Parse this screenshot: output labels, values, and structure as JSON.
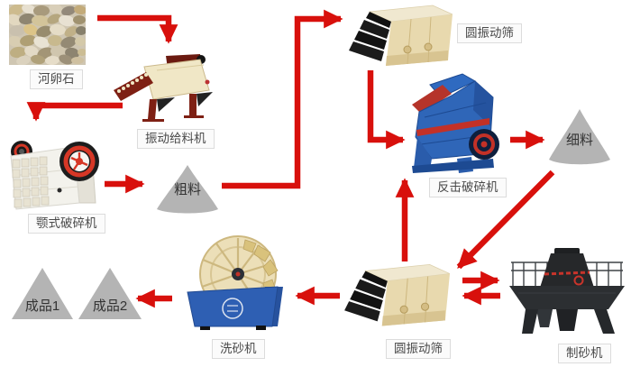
{
  "diagram": {
    "type": "process-flowchart",
    "subject": "sand and gravel production line",
    "nodes": {
      "pebbles": {
        "label": "河卵石",
        "kind": "material-photo"
      },
      "feeder": {
        "label": "振动给料机",
        "kind": "equipment"
      },
      "jaw_crusher": {
        "label": "颚式破碎机",
        "kind": "equipment"
      },
      "coarse": {
        "label": "粗料",
        "kind": "material-pile"
      },
      "screen_top": {
        "label": "圆振动筛",
        "kind": "equipment"
      },
      "impact_crusher": {
        "label": "反击破碎机",
        "kind": "equipment"
      },
      "fine": {
        "label": "细料",
        "kind": "material-pile"
      },
      "sand_maker": {
        "label": "制砂机",
        "kind": "equipment"
      },
      "screen_bottom": {
        "label": "圆振动筛",
        "kind": "equipment"
      },
      "washer": {
        "label": "洗砂机",
        "kind": "equipment"
      },
      "product1": {
        "label": "成品1",
        "kind": "product-pile"
      },
      "product2": {
        "label": "成品2",
        "kind": "product-pile"
      }
    },
    "flow": [
      {
        "from": "河卵石",
        "to": "振动给料机"
      },
      {
        "from": "振动给料机",
        "to": "颚式破碎机"
      },
      {
        "from": "颚式破碎机",
        "to": "粗料"
      },
      {
        "from": "粗料",
        "to": "圆振动筛"
      },
      {
        "from": "圆振动筛",
        "to": "反击破碎机"
      },
      {
        "from": "反击破碎机",
        "to": "细料"
      },
      {
        "from": "细料",
        "to": "圆振动筛(下)"
      },
      {
        "from": "圆振动筛(下)",
        "to": "制砂机",
        "bidirectional": true
      },
      {
        "from": "圆振动筛(下)",
        "to": "反击破碎机"
      },
      {
        "from": "圆振动筛(下)",
        "to": "洗砂机"
      },
      {
        "from": "洗砂机",
        "to": "成品2"
      }
    ],
    "colors": {
      "arrow": "#d8100c",
      "pile_gray": "#b4b4b4",
      "label_bg": "#fbfbfb",
      "label_border": "#dcdcdc",
      "label_text": "#4a4a4a",
      "background": "#ffffff"
    }
  }
}
